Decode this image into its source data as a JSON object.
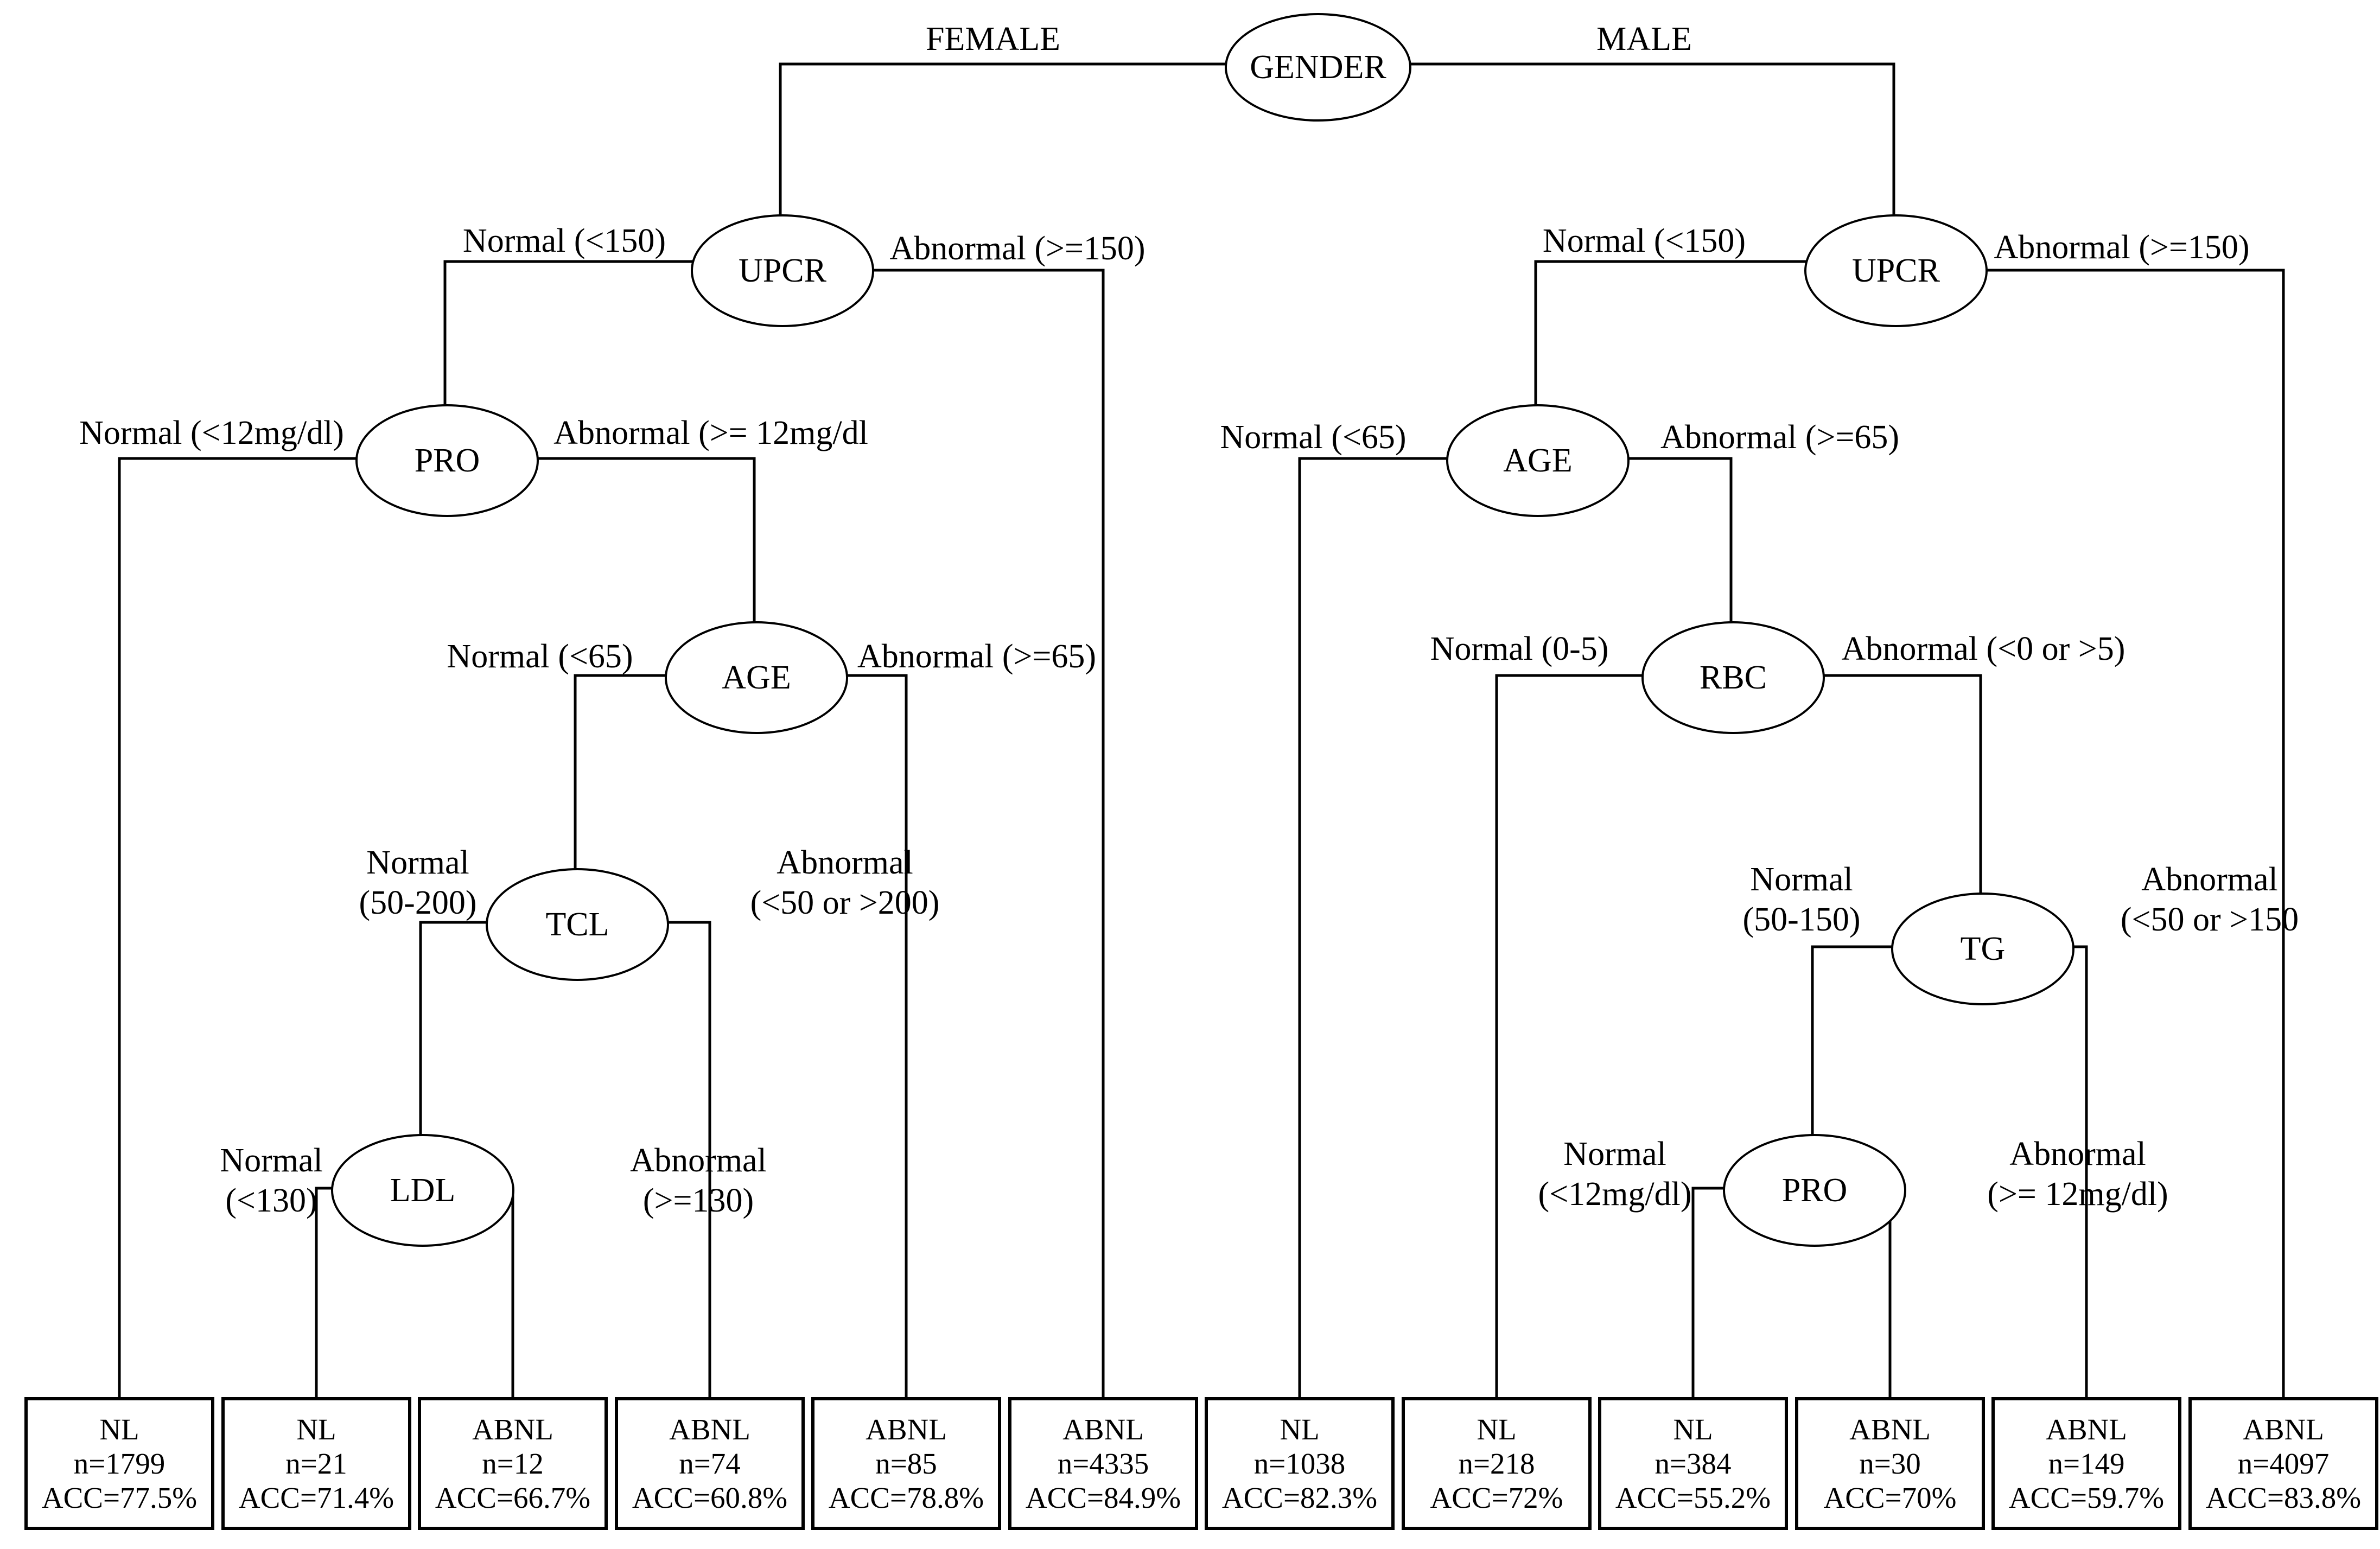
{
  "tree": {
    "label": "GENDER",
    "left": {
      "edge": "FEMALE",
      "label": "UPCR",
      "left": {
        "edge": "Normal (<150)",
        "label": "PRO",
        "left": {
          "edge": "Normal (<12mg/dl)",
          "leaf": {
            "cls": "NL",
            "n": "n=1799",
            "acc": "ACC=77.5%"
          }
        },
        "right": {
          "edge": "Abnormal (>= 12mg/dl",
          "label": "AGE",
          "left": {
            "edge": [
              "Normal (<65)"
            ],
            "label": "TCL",
            "left": {
              "edge": [
                "Normal",
                "(50-200)"
              ],
              "label": "LDL",
              "left": {
                "edge": [
                  "Normal",
                  "(<130)"
                ],
                "leaf": {
                  "cls": "NL",
                  "n": "n=21",
                  "acc": "ACC=71.4%"
                }
              },
              "right": {
                "edge": [
                  "Abnormal",
                  "(>=130)"
                ],
                "leaf": {
                  "cls": "ABNL",
                  "n": "n=12",
                  "acc": "ACC=66.7%"
                }
              }
            },
            "right": {
              "edge": [
                "Abnormal",
                "(<50 or >200)"
              ],
              "leaf": {
                "cls": "ABNL",
                "n": "n=74",
                "acc": "ACC=60.8%"
              }
            }
          },
          "right": {
            "edge": "Abnormal (>=65)",
            "leaf": {
              "cls": "ABNL",
              "n": "n=85",
              "acc": "ACC=78.8%"
            }
          }
        }
      },
      "right": {
        "edge": "Abnormal (>=150)",
        "leaf": {
          "cls": "ABNL",
          "n": "n=4335",
          "acc": "ACC=84.9%"
        }
      }
    },
    "right": {
      "edge": "MALE",
      "label": "UPCR",
      "left": {
        "edge": "Normal (<150)",
        "label": "AGE",
        "left": {
          "edge": "Normal (<65)",
          "leaf": {
            "cls": "NL",
            "n": "n=1038",
            "acc": "ACC=82.3%"
          }
        },
        "right": {
          "edge": "Abnormal (>=65)",
          "label": "RBC",
          "left": {
            "edge": "Normal (0-5)",
            "leaf": {
              "cls": "NL",
              "n": "n=218",
              "acc": "ACC=72%"
            }
          },
          "right": {
            "edge": "Abnormal (<0 or >5)",
            "label": "TG",
            "left": {
              "edge": [
                "Normal",
                "(50-150)"
              ],
              "label": "PRO",
              "left": {
                "edge": [
                  "Normal",
                  "(<12mg/dl)"
                ],
                "leaf": {
                  "cls": "NL",
                  "n": "n=384",
                  "acc": "ACC=55.2%"
                }
              },
              "right": {
                "edge": [
                  "Abnormal",
                  "(>= 12mg/dl)"
                ],
                "leaf": {
                  "cls": "ABNL",
                  "n": "n=30",
                  "acc": "ACC=70%"
                }
              }
            },
            "right": {
              "edge": [
                "Abnormal",
                "(<50 or >150"
              ],
              "leaf": {
                "cls": "ABNL",
                "n": "n=149",
                "acc": "ACC=59.7%"
              }
            }
          }
        }
      },
      "right": {
        "edge": "Abnormal (>=150)",
        "leaf": {
          "cls": "ABNL",
          "n": "n=4097",
          "acc": "ACC=83.8%"
        }
      }
    }
  }
}
